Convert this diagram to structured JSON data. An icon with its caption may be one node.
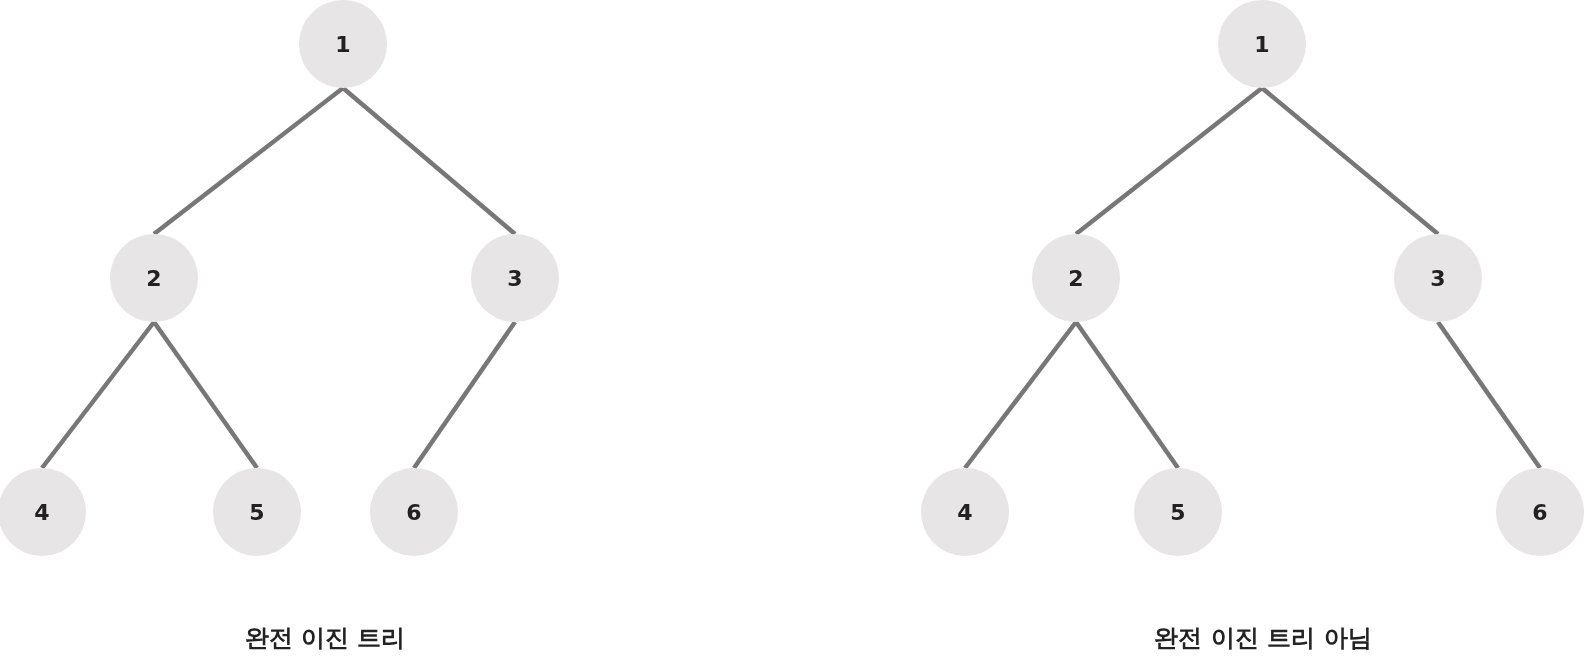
{
  "diagram": {
    "nodes": [
      {
        "text": [
          "1"
        ]
      },
      {
        "text": [
          "2"
        ]
      },
      {
        "text": [
          "3"
        ]
      },
      {
        "text": [
          "4"
        ]
      },
      {
        "text": [
          "5"
        ]
      },
      {
        "text": [
          "6"
        ]
      },
      {
        "text": [
          "1"
        ]
      },
      {
        "text": [
          "2"
        ]
      },
      {
        "text": [
          "3"
        ]
      },
      {
        "text": [
          "4"
        ]
      },
      {
        "text": [
          "5"
        ]
      },
      {
        "text": [
          "6"
        ]
      }
    ],
    "edges": [
      {
        "from": 0,
        "to": 1,
        "arrow": "none"
      },
      {
        "from": 0,
        "to": 2,
        "arrow": "none"
      },
      {
        "from": 1,
        "to": 3,
        "arrow": "none"
      },
      {
        "from": 1,
        "to": 4,
        "arrow": "none"
      },
      {
        "from": 2,
        "to": 5,
        "arrow": "none"
      },
      {
        "from": 6,
        "to": 7,
        "arrow": "none"
      },
      {
        "from": 6,
        "to": 8,
        "arrow": "none"
      },
      {
        "from": 7,
        "to": 9,
        "arrow": "none"
      },
      {
        "from": 7,
        "to": 10,
        "arrow": "none"
      },
      {
        "from": 8,
        "to": 11,
        "arrow": "none"
      }
    ],
    "labels": [
      "완전 이진 트리",
      "완전 이진 트리 아님"
    ]
  }
}
